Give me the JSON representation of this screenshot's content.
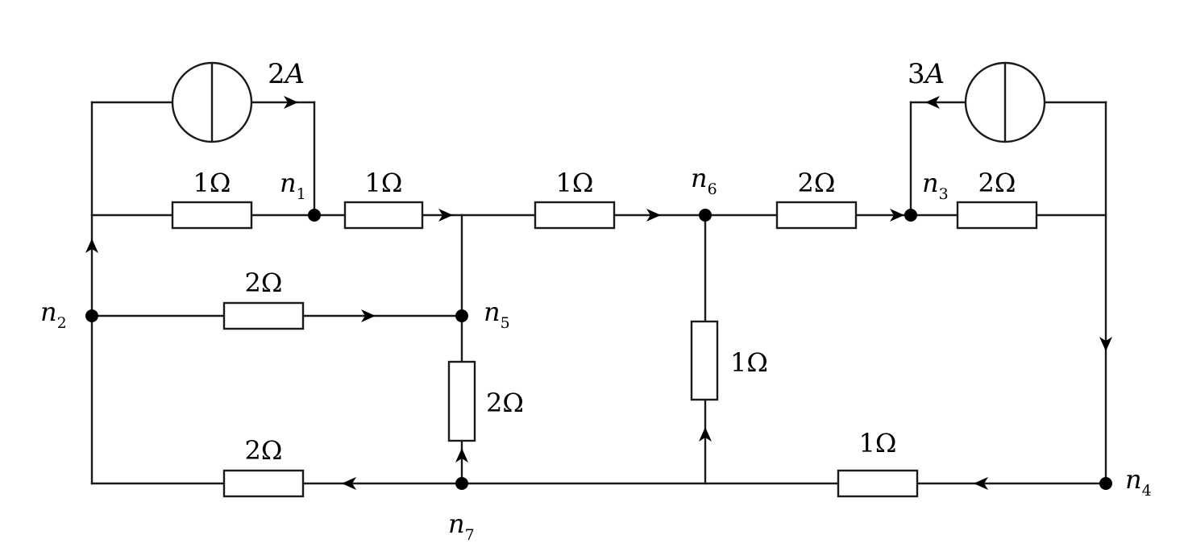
{
  "resistors": {
    "r_n2_n1": "1Ω",
    "r_n1_mid": "1Ω",
    "r_mid_n6": "1Ω",
    "r_n6_n3": "2Ω",
    "r_n3_right": "2Ω",
    "r_n2_n5": "2Ω",
    "r_n5_n7": "2Ω",
    "r_n6_bottom": "1Ω",
    "r_n7_n2": "2Ω",
    "r_n4_bottom": "1Ω"
  },
  "sources": {
    "left": {
      "value": "2",
      "unit": "A"
    },
    "right": {
      "value": "3",
      "unit": "A"
    }
  },
  "nodes": {
    "n1": {
      "letter": "n",
      "sub": "1"
    },
    "n2": {
      "letter": "n",
      "sub": "2"
    },
    "n3": {
      "letter": "n",
      "sub": "3"
    },
    "n4": {
      "letter": "n",
      "sub": "4"
    },
    "n5": {
      "letter": "n",
      "sub": "5"
    },
    "n6": {
      "letter": "n",
      "sub": "6"
    },
    "n7": {
      "letter": "n",
      "sub": "7"
    }
  }
}
